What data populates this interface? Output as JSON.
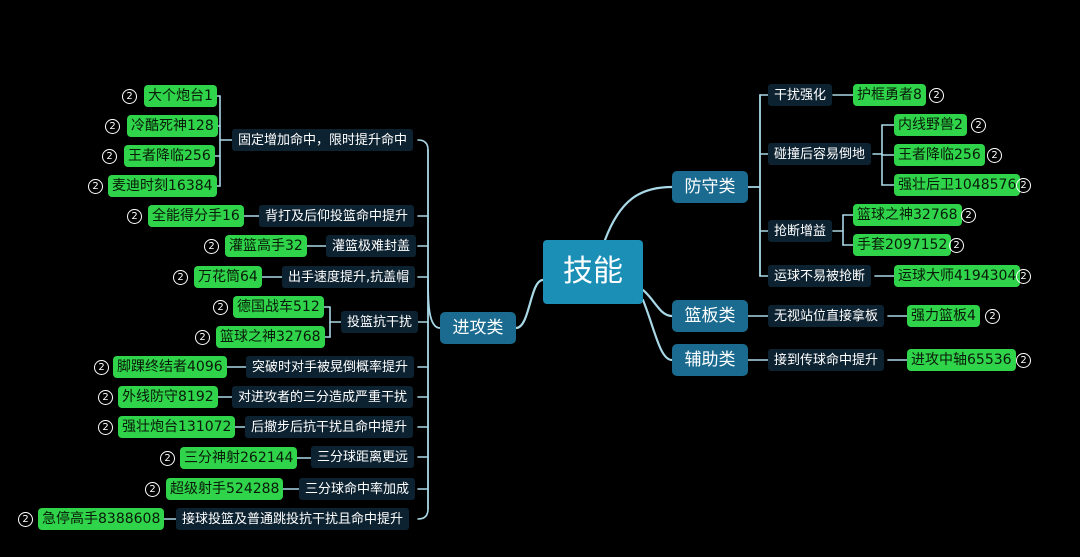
{
  "root": "技能",
  "branches": {
    "attack": {
      "label": "进攻类",
      "items": [
        {
          "condition": "固定增加命中，限时提升命中",
          "skills": [
            {
              "name": "大个炮台1",
              "level": "2"
            },
            {
              "name": "冷酷死神128",
              "level": "2"
            },
            {
              "name": "王者降临256",
              "level": "2"
            },
            {
              "name": "麦迪时刻16384",
              "level": "2"
            }
          ]
        },
        {
          "condition": "背打及后仰投篮命中提升",
          "skills": [
            {
              "name": "全能得分手16",
              "level": "2"
            }
          ]
        },
        {
          "condition": "灌篮极难封盖",
          "skills": [
            {
              "name": "灌篮高手32",
              "level": "2"
            }
          ]
        },
        {
          "condition": "出手速度提升,抗盖帽",
          "skills": [
            {
              "name": "万花筒64",
              "level": "2"
            }
          ]
        },
        {
          "condition": "投篮抗干扰",
          "skills": [
            {
              "name": "德国战车512",
              "level": "2"
            },
            {
              "name": "篮球之神32768",
              "level": "2"
            }
          ]
        },
        {
          "condition": "突破时对手被晃倒概率提升",
          "skills": [
            {
              "name": "脚踝终结者4096",
              "level": "2"
            }
          ]
        },
        {
          "condition": "对进攻者的三分造成严重干扰",
          "skills": [
            {
              "name": "外线防守8192",
              "level": "2"
            }
          ]
        },
        {
          "condition": "后撤步后抗干扰且命中提升",
          "skills": [
            {
              "name": "强壮炮台131072",
              "level": "2"
            }
          ]
        },
        {
          "condition": "三分球距离更远",
          "skills": [
            {
              "name": "三分神射262144",
              "level": "2"
            }
          ]
        },
        {
          "condition": "三分球命中率加成",
          "skills": [
            {
              "name": "超级射手524288",
              "level": "2"
            }
          ]
        },
        {
          "condition": "接球投篮及普通跳投抗干扰且命中提升",
          "skills": [
            {
              "name": "急停高手8388608",
              "level": "2"
            }
          ]
        }
      ]
    },
    "defense": {
      "label": "防守类",
      "items": [
        {
          "condition": "干扰强化",
          "skills": [
            {
              "name": "护框勇者8",
              "level": "2"
            }
          ]
        },
        {
          "condition": "碰撞后容易倒地",
          "skills": [
            {
              "name": "内线野兽2",
              "level": "2"
            },
            {
              "name": "王者降临256",
              "level": "2"
            },
            {
              "name": "强壮后卫1048576",
              "level": "2"
            }
          ]
        },
        {
          "condition": "抢断增益",
          "skills": [
            {
              "name": "篮球之神32768",
              "level": "2"
            },
            {
              "name": "手套2097152",
              "level": "2"
            }
          ]
        },
        {
          "condition": "运球不易被抢断",
          "skills": [
            {
              "name": "运球大师4194304",
              "level": "2"
            }
          ]
        }
      ]
    },
    "rebound": {
      "label": "篮板类",
      "items": [
        {
          "condition": "无视站位直接拿板",
          "skills": [
            {
              "name": "强力篮板4",
              "level": "2"
            }
          ]
        }
      ]
    },
    "assist": {
      "label": "辅助类",
      "items": [
        {
          "condition": "接到传球命中提升",
          "skills": [
            {
              "name": "进攻中轴65536",
              "level": "2"
            }
          ]
        }
      ]
    }
  },
  "colors": {
    "background": "#000000",
    "root": "#1b8fb6",
    "category": "#1a6b8f",
    "condition": "#0d2230",
    "skill": "#2fd44a",
    "line": "#a9d8e6"
  }
}
